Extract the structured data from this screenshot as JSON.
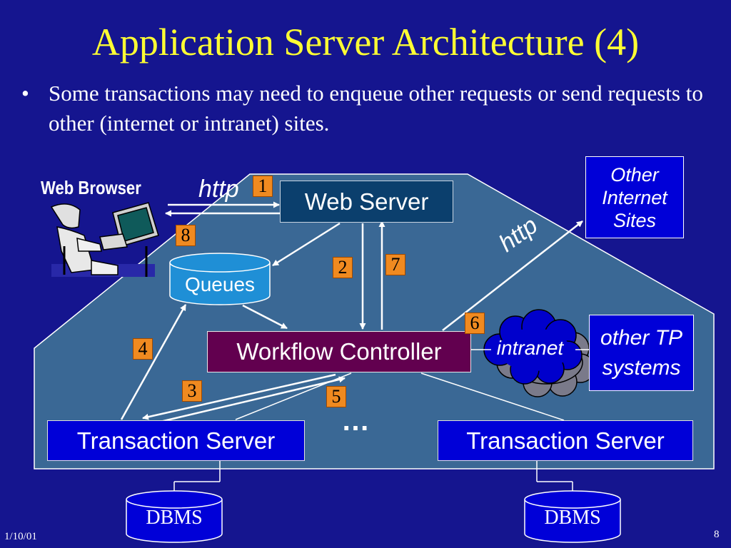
{
  "slide": {
    "title": "Application Server Architecture (4)",
    "bullet_marker": "•",
    "bullet": "Some transactions may need to enqueue other requests or send requests to other (internet or intranet) sites."
  },
  "diagram": {
    "web_browser_label": "Web Browser",
    "web_server": "Web Server",
    "queues": "Queues",
    "workflow_controller": "Workflow Controller",
    "transaction_server_left": "Transaction Server",
    "transaction_server_right": "Transaction Server",
    "ellipsis": "…",
    "intranet": "intranet",
    "other_internet_sites": "Other Internet Sites",
    "other_tp_systems": "other TP systems",
    "dbms_left": "DBMS",
    "dbms_right": "DBMS",
    "http_browser": "http",
    "http_internet": "http",
    "steps": [
      "1",
      "2",
      "3",
      "4",
      "5",
      "6",
      "7",
      "8"
    ]
  },
  "footer": {
    "date": "1/10/01",
    "page": "8"
  },
  "colors": {
    "background": "#15158f",
    "title": "#ffff33",
    "region": "#3a6895",
    "web_server": "#0b3f6d",
    "workflow_controller": "#62004f",
    "transaction_server": "#0000d8",
    "step_badge": "#f08a20",
    "queues": "#1f8fd6",
    "intranet_cloud": "#0000cc"
  }
}
